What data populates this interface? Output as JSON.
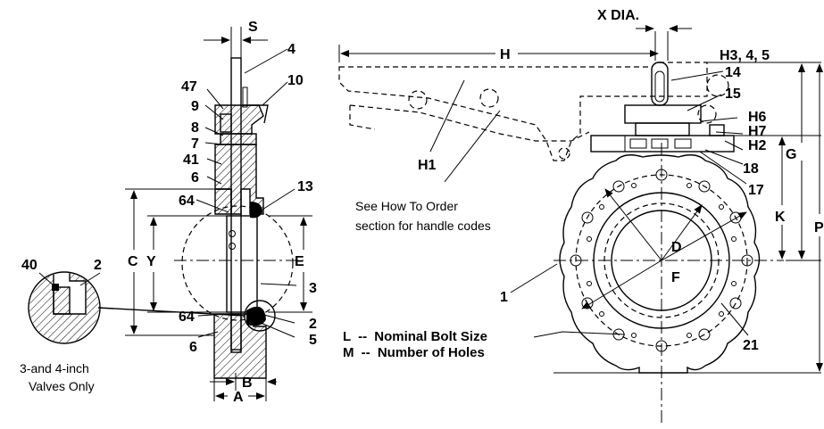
{
  "labels": {
    "s": "S",
    "x_dia": "X DIA.",
    "h": "H",
    "h345": "H3, 4, 5",
    "h6": "H6",
    "h7": "H7",
    "h2": "H2",
    "h1": "H1",
    "g": "G",
    "k": "K",
    "p": "P",
    "d": "D",
    "f": "F",
    "c": "C",
    "y": "Y",
    "e": "E",
    "a": "A",
    "b": "B",
    "n4": "4",
    "n10": "10",
    "n47": "47",
    "n9": "9",
    "n8": "8",
    "n7": "7",
    "n41": "41",
    "n6a": "6",
    "n13": "13",
    "n64a": "64",
    "n3": "3",
    "n2a": "2",
    "n64b": "64",
    "n2b": "2",
    "n5": "5",
    "n6b": "6",
    "n40": "40",
    "n2c": "2",
    "n14": "14",
    "n15": "15",
    "n18": "18",
    "n17": "17",
    "n1": "1",
    "n21": "21"
  },
  "notes": {
    "handle_line1": "See How To Order",
    "handle_line2": "section for handle codes",
    "valves_line1": "3-and 4-inch",
    "valves_line2": "Valves Only"
  },
  "legend": {
    "l_key": "L",
    "l_text": "Nominal Bolt Size",
    "m_key": "M",
    "m_text": "Number of Holes",
    "sep": "--"
  }
}
